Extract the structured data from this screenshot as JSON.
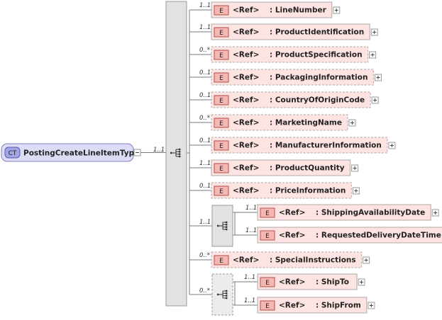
{
  "root": {
    "badge": "CT",
    "name": "PostingCreateLineItemType",
    "multiplicity": "1..1"
  },
  "elements": [
    {
      "type": "E",
      "ref": "<Ref>",
      "name": ": LineNumber",
      "multiplicity": "1..1",
      "optional": false
    },
    {
      "type": "E",
      "ref": "<Ref>",
      "name": ": ProductIdentification",
      "multiplicity": "1..1",
      "optional": false
    },
    {
      "type": "E",
      "ref": "<Ref>",
      "name": ": ProductSpecification",
      "multiplicity": "0..*",
      "optional": true
    },
    {
      "type": "E",
      "ref": "<Ref>",
      "name": ": PackagingInformation",
      "multiplicity": "0..1",
      "optional": true
    },
    {
      "type": "E",
      "ref": "<Ref>",
      "name": ": CountryOfOriginCode",
      "multiplicity": "0..1",
      "optional": true
    },
    {
      "type": "E",
      "ref": "<Ref>",
      "name": ": MarketingName",
      "multiplicity": "0..*",
      "optional": true
    },
    {
      "type": "E",
      "ref": "<Ref>",
      "name": ": ManufacturerInformation",
      "multiplicity": "0..1",
      "optional": true
    },
    {
      "type": "E",
      "ref": "<Ref>",
      "name": ": ProductQuantity",
      "multiplicity": "1..1",
      "optional": false
    },
    {
      "type": "E",
      "ref": "<Ref>",
      "name": ": PriceInformation",
      "multiplicity": "0..1",
      "optional": true
    }
  ],
  "sequence1": {
    "multiplicity": "1..1",
    "elements": [
      {
        "type": "E",
        "ref": "<Ref>",
        "name": ": ShippingAvailabilityDate",
        "multiplicity": "1..1",
        "optional": false
      },
      {
        "type": "E",
        "ref": "<Ref>",
        "name": ": RequestedDeliveryDateTime",
        "multiplicity": "1..1",
        "optional": false
      }
    ]
  },
  "element_special": {
    "type": "E",
    "ref": "<Ref>",
    "name": ": SpecialInstructions",
    "multiplicity": "0..*",
    "optional": true
  },
  "sequence2": {
    "multiplicity": "0..*",
    "elements": [
      {
        "type": "E",
        "ref": "<Ref>",
        "name": ": ShipTo",
        "multiplicity": "1..1",
        "optional": false
      },
      {
        "type": "E",
        "ref": "<Ref>",
        "name": ": ShipFrom",
        "multiplicity": "1..1",
        "optional": false
      }
    ]
  },
  "colors": {
    "element_fill": "#fde4e2",
    "element_border": "#b0a8a8",
    "badge_fill": "#f6b7b2",
    "badge_border": "#b0504a",
    "root_fill": "#dcdcf6",
    "root_border": "#8080b8",
    "root_badge_fill": "#a4a4e8",
    "compositor_fill": "#e2e2e2",
    "line": "#7a7a7a"
  }
}
